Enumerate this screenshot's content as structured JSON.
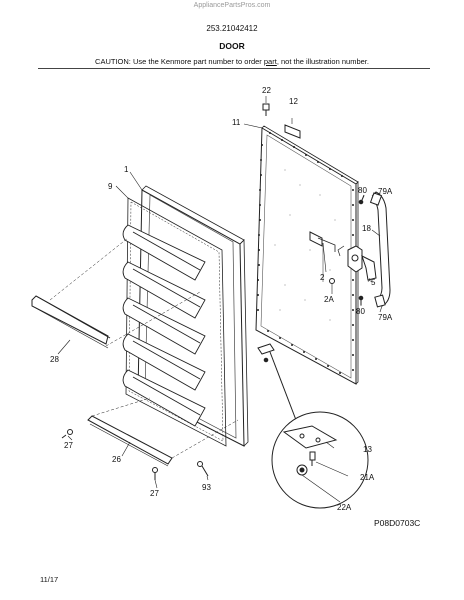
{
  "header": {
    "watermark": "AppliancePartsPros.com",
    "model_number": "253.21042412",
    "section_title": "DOOR",
    "caution_prefix": "CAUTION: Use the Kenmore part number to order ",
    "caution_link": "part",
    "caution_suffix": ", not the illustration number."
  },
  "callouts": [
    {
      "id": "22",
      "label": "22"
    },
    {
      "id": "12",
      "label": "12"
    },
    {
      "id": "11",
      "label": "11"
    },
    {
      "id": "1",
      "label": "1"
    },
    {
      "id": "9",
      "label": "9"
    },
    {
      "id": "80-top",
      "label": "80"
    },
    {
      "id": "79A-top",
      "label": "79A"
    },
    {
      "id": "18",
      "label": "18"
    },
    {
      "id": "2",
      "label": "2"
    },
    {
      "id": "5",
      "label": "5"
    },
    {
      "id": "2A",
      "label": "2A"
    },
    {
      "id": "80-bottom",
      "label": "80"
    },
    {
      "id": "79A-bottom",
      "label": "79A"
    },
    {
      "id": "28",
      "label": "28"
    },
    {
      "id": "27-left",
      "label": "27"
    },
    {
      "id": "26",
      "label": "26"
    },
    {
      "id": "27-bottom",
      "label": "27"
    },
    {
      "id": "93",
      "label": "93"
    },
    {
      "id": "13",
      "label": "13"
    },
    {
      "id": "21A",
      "label": "21A"
    },
    {
      "id": "22A",
      "label": "22A"
    }
  ],
  "footer": {
    "illustration_ref": "P08D0703C",
    "date": "11/17"
  }
}
